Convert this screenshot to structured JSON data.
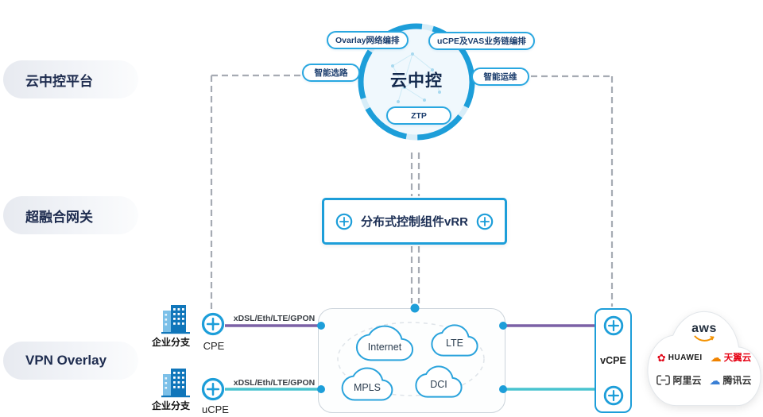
{
  "sections": {
    "platform": "云中控平台",
    "gateway": "超融合网关",
    "overlay": "VPN Overlay"
  },
  "hub": {
    "title": "云中控",
    "badges": {
      "orchestration": "Ovarlay网络编排",
      "vas_chain": "uCPE及VAS业务链编排",
      "routing": "智能选路",
      "ops": "智能运维",
      "ztp": "ZTP"
    }
  },
  "vrr": {
    "label": "分布式控制组件vRR"
  },
  "access": {
    "branch1": {
      "site": "企业分支",
      "node": "CPE",
      "link": "xDSL/Eth/LTE/GPON"
    },
    "branch2": {
      "site": "企业分支",
      "node": "uCPE",
      "link": "xDSL/Eth/LTE/GPON"
    }
  },
  "backbone": {
    "clouds": [
      "Internet",
      "LTE",
      "MPLS",
      "DCI"
    ]
  },
  "vcpe": {
    "label": "vCPE"
  },
  "providers": {
    "aws": "aws",
    "huawei": "HUAWEI",
    "ctyun": "天翼云",
    "aliyun": "阿里云",
    "tencent": "腾讯云"
  },
  "colors": {
    "accent_blue": "#1d9ed9",
    "navy_text": "#1d2b50",
    "purple_link": "#7b61a6",
    "teal_link": "#49c4cf",
    "dash_gray": "#a6abb3"
  }
}
